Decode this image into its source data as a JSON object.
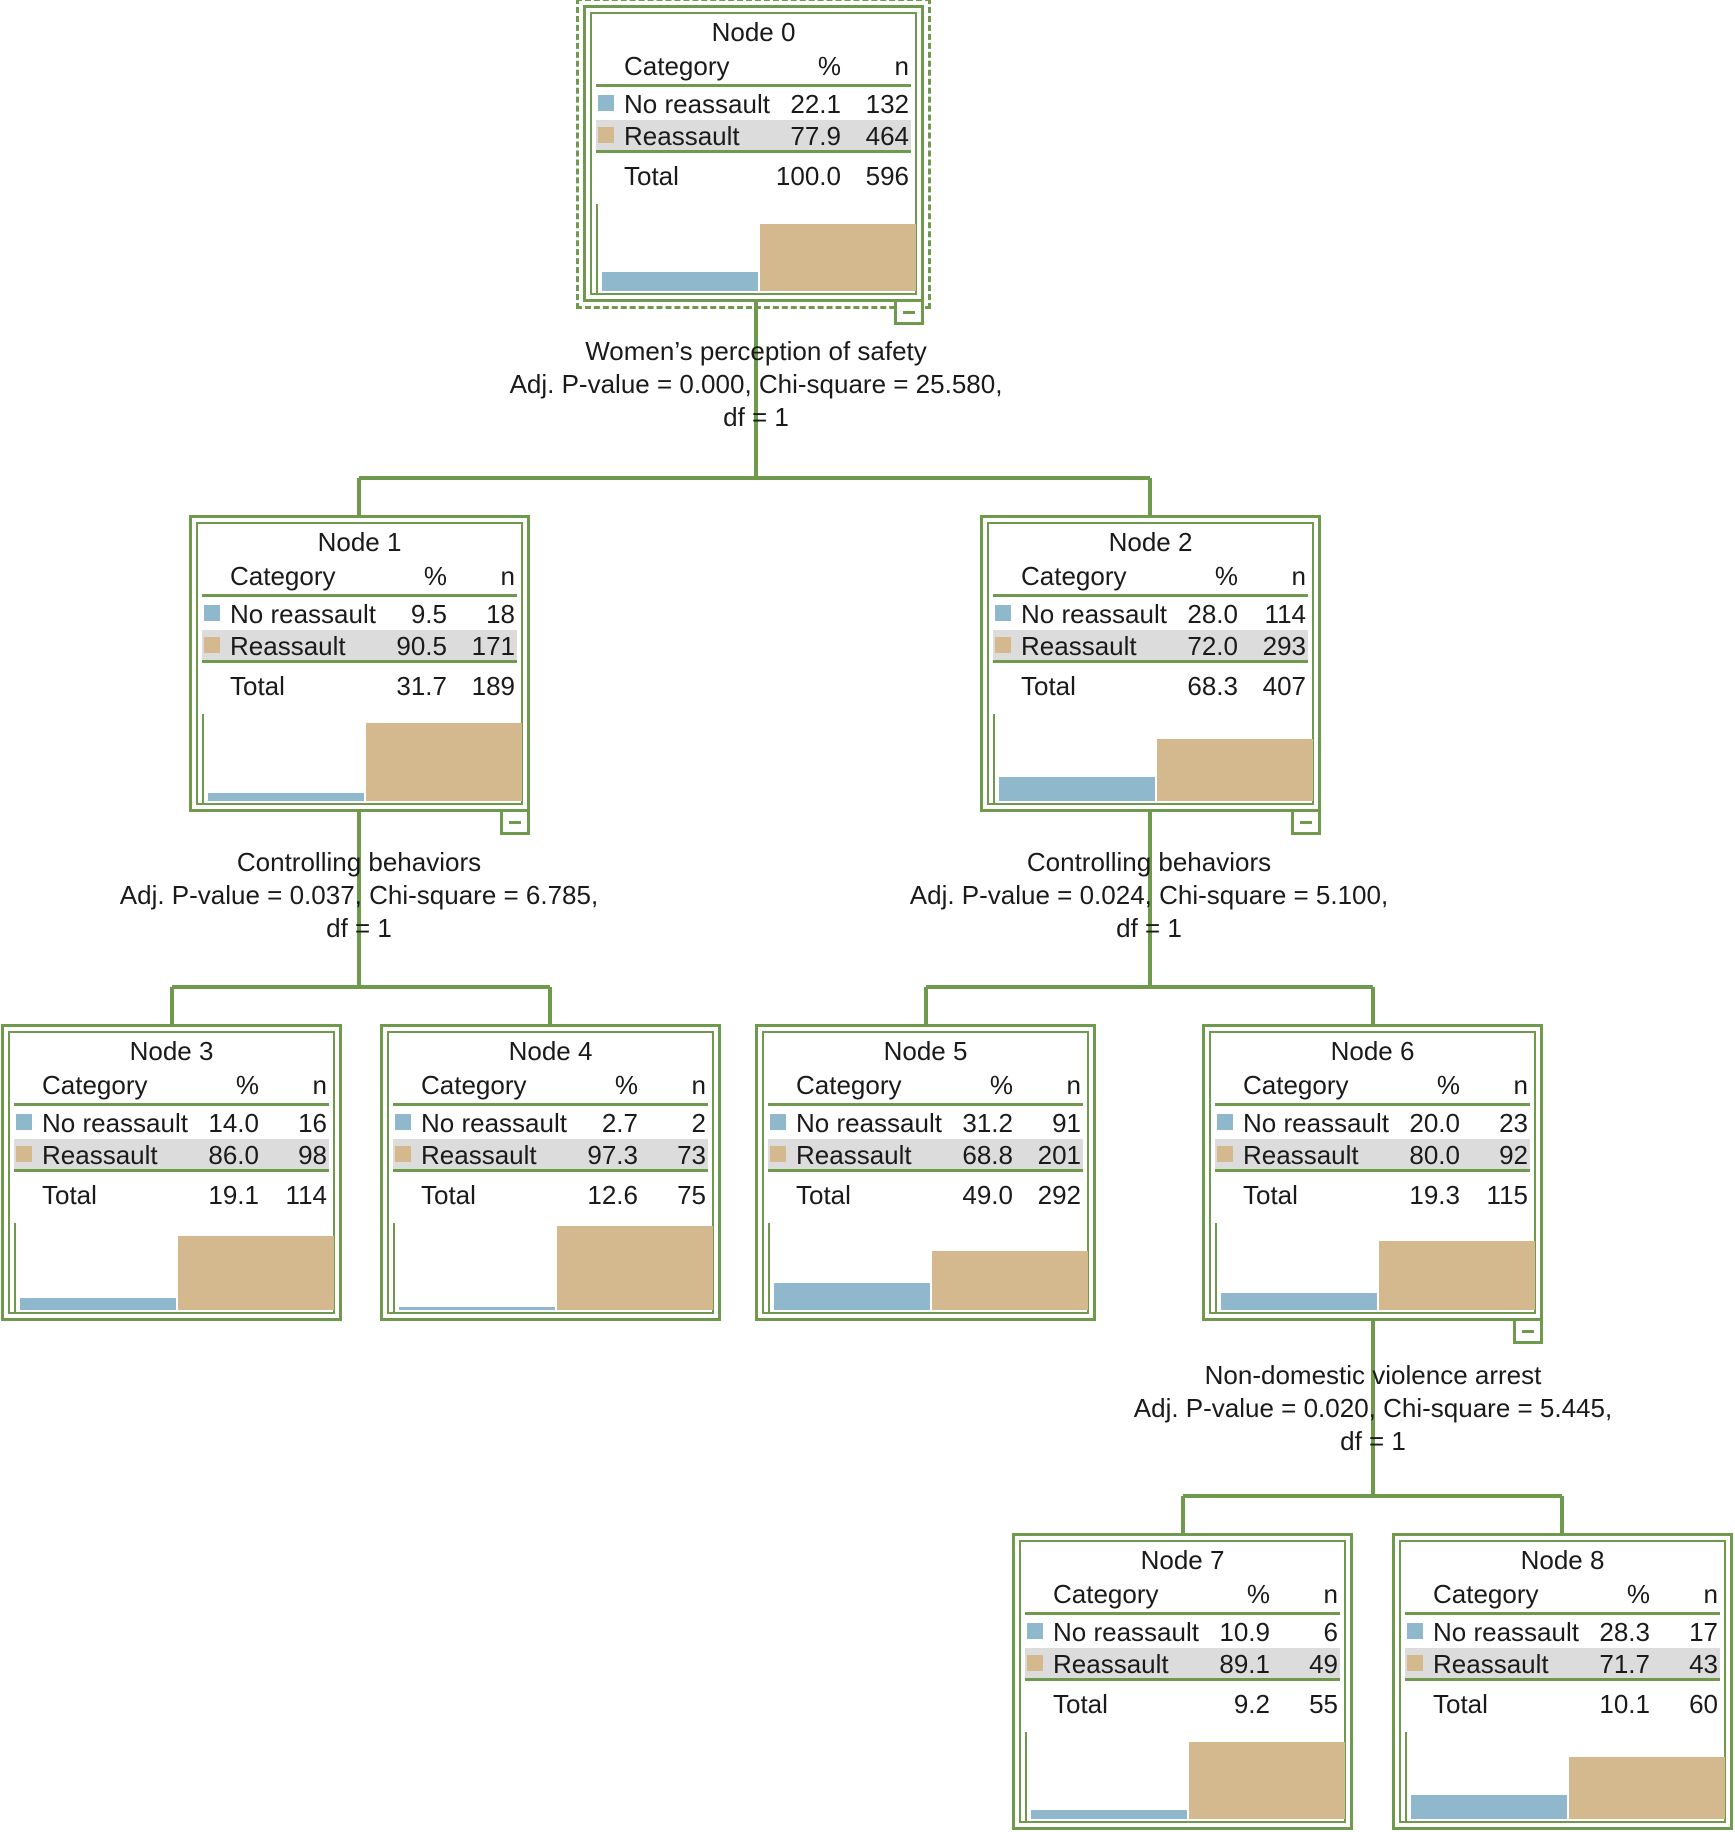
{
  "colors": {
    "no_reassault": "#8fb8cc",
    "reassault": "#d4b98f",
    "line": "#6f9a4d"
  },
  "headers": {
    "category": "Category",
    "pct": "%",
    "n": "n"
  },
  "nodes": [
    {
      "title": "Node 0",
      "rows": [
        {
          "label": "No reassault",
          "pct": "22.1",
          "n": "132"
        },
        {
          "label": "Reassault",
          "pct": "77.9",
          "n": "464"
        }
      ],
      "total": {
        "label": "Total",
        "pct": "100.0",
        "n": "596"
      },
      "fractions": [
        0.221,
        0.779
      ]
    },
    {
      "title": "Node 1",
      "rows": [
        {
          "label": "No reassault",
          "pct": "9.5",
          "n": "18"
        },
        {
          "label": "Reassault",
          "pct": "90.5",
          "n": "171"
        }
      ],
      "total": {
        "label": "Total",
        "pct": "31.7",
        "n": "189"
      },
      "fractions": [
        0.095,
        0.905
      ]
    },
    {
      "title": "Node 2",
      "rows": [
        {
          "label": "No reassault",
          "pct": "28.0",
          "n": "114"
        },
        {
          "label": "Reassault",
          "pct": "72.0",
          "n": "293"
        }
      ],
      "total": {
        "label": "Total",
        "pct": "68.3",
        "n": "407"
      },
      "fractions": [
        0.28,
        0.72
      ]
    },
    {
      "title": "Node 3",
      "rows": [
        {
          "label": "No reassault",
          "pct": "14.0",
          "n": "16"
        },
        {
          "label": "Reassault",
          "pct": "86.0",
          "n": "98"
        }
      ],
      "total": {
        "label": "Total",
        "pct": "19.1",
        "n": "114"
      },
      "fractions": [
        0.14,
        0.86
      ]
    },
    {
      "title": "Node 4",
      "rows": [
        {
          "label": "No reassault",
          "pct": "2.7",
          "n": "2"
        },
        {
          "label": "Reassault",
          "pct": "97.3",
          "n": "73"
        }
      ],
      "total": {
        "label": "Total",
        "pct": "12.6",
        "n": "75"
      },
      "fractions": [
        0.027,
        0.973
      ]
    },
    {
      "title": "Node 5",
      "rows": [
        {
          "label": "No reassault",
          "pct": "31.2",
          "n": "91"
        },
        {
          "label": "Reassault",
          "pct": "68.8",
          "n": "201"
        }
      ],
      "total": {
        "label": "Total",
        "pct": "49.0",
        "n": "292"
      },
      "fractions": [
        0.312,
        0.688
      ]
    },
    {
      "title": "Node 6",
      "rows": [
        {
          "label": "No reassault",
          "pct": "20.0",
          "n": "23"
        },
        {
          "label": "Reassault",
          "pct": "80.0",
          "n": "92"
        }
      ],
      "total": {
        "label": "Total",
        "pct": "19.3",
        "n": "115"
      },
      "fractions": [
        0.2,
        0.8
      ]
    },
    {
      "title": "Node 7",
      "rows": [
        {
          "label": "No reassault",
          "pct": "10.9",
          "n": "6"
        },
        {
          "label": "Reassault",
          "pct": "89.1",
          "n": "49"
        }
      ],
      "total": {
        "label": "Total",
        "pct": "9.2",
        "n": "55"
      },
      "fractions": [
        0.109,
        0.891
      ]
    },
    {
      "title": "Node 8",
      "rows": [
        {
          "label": "No reassault",
          "pct": "28.3",
          "n": "17"
        },
        {
          "label": "Reassault",
          "pct": "71.7",
          "n": "43"
        }
      ],
      "total": {
        "label": "Total",
        "pct": "10.1",
        "n": "60"
      },
      "fractions": [
        0.283,
        0.717
      ]
    }
  ],
  "splits": [
    {
      "variable": "Women’s perception of safety",
      "stats": "Adj. P-value = 0.000, Chi-square = 25.580,",
      "df": "df = 1"
    },
    {
      "variable": "Controlling behaviors",
      "stats": "Adj. P-value = 0.037, Chi-square = 6.785,",
      "df": "df = 1"
    },
    {
      "variable": "Controlling behaviors",
      "stats": "Adj. P-value = 0.024, Chi-square = 5.100,",
      "df": "df = 1"
    },
    {
      "variable": "Non-domestic violence arrest",
      "stats": "Adj. P-value = 0.020, Chi-square = 5.445,",
      "df": "df = 1"
    }
  ]
}
